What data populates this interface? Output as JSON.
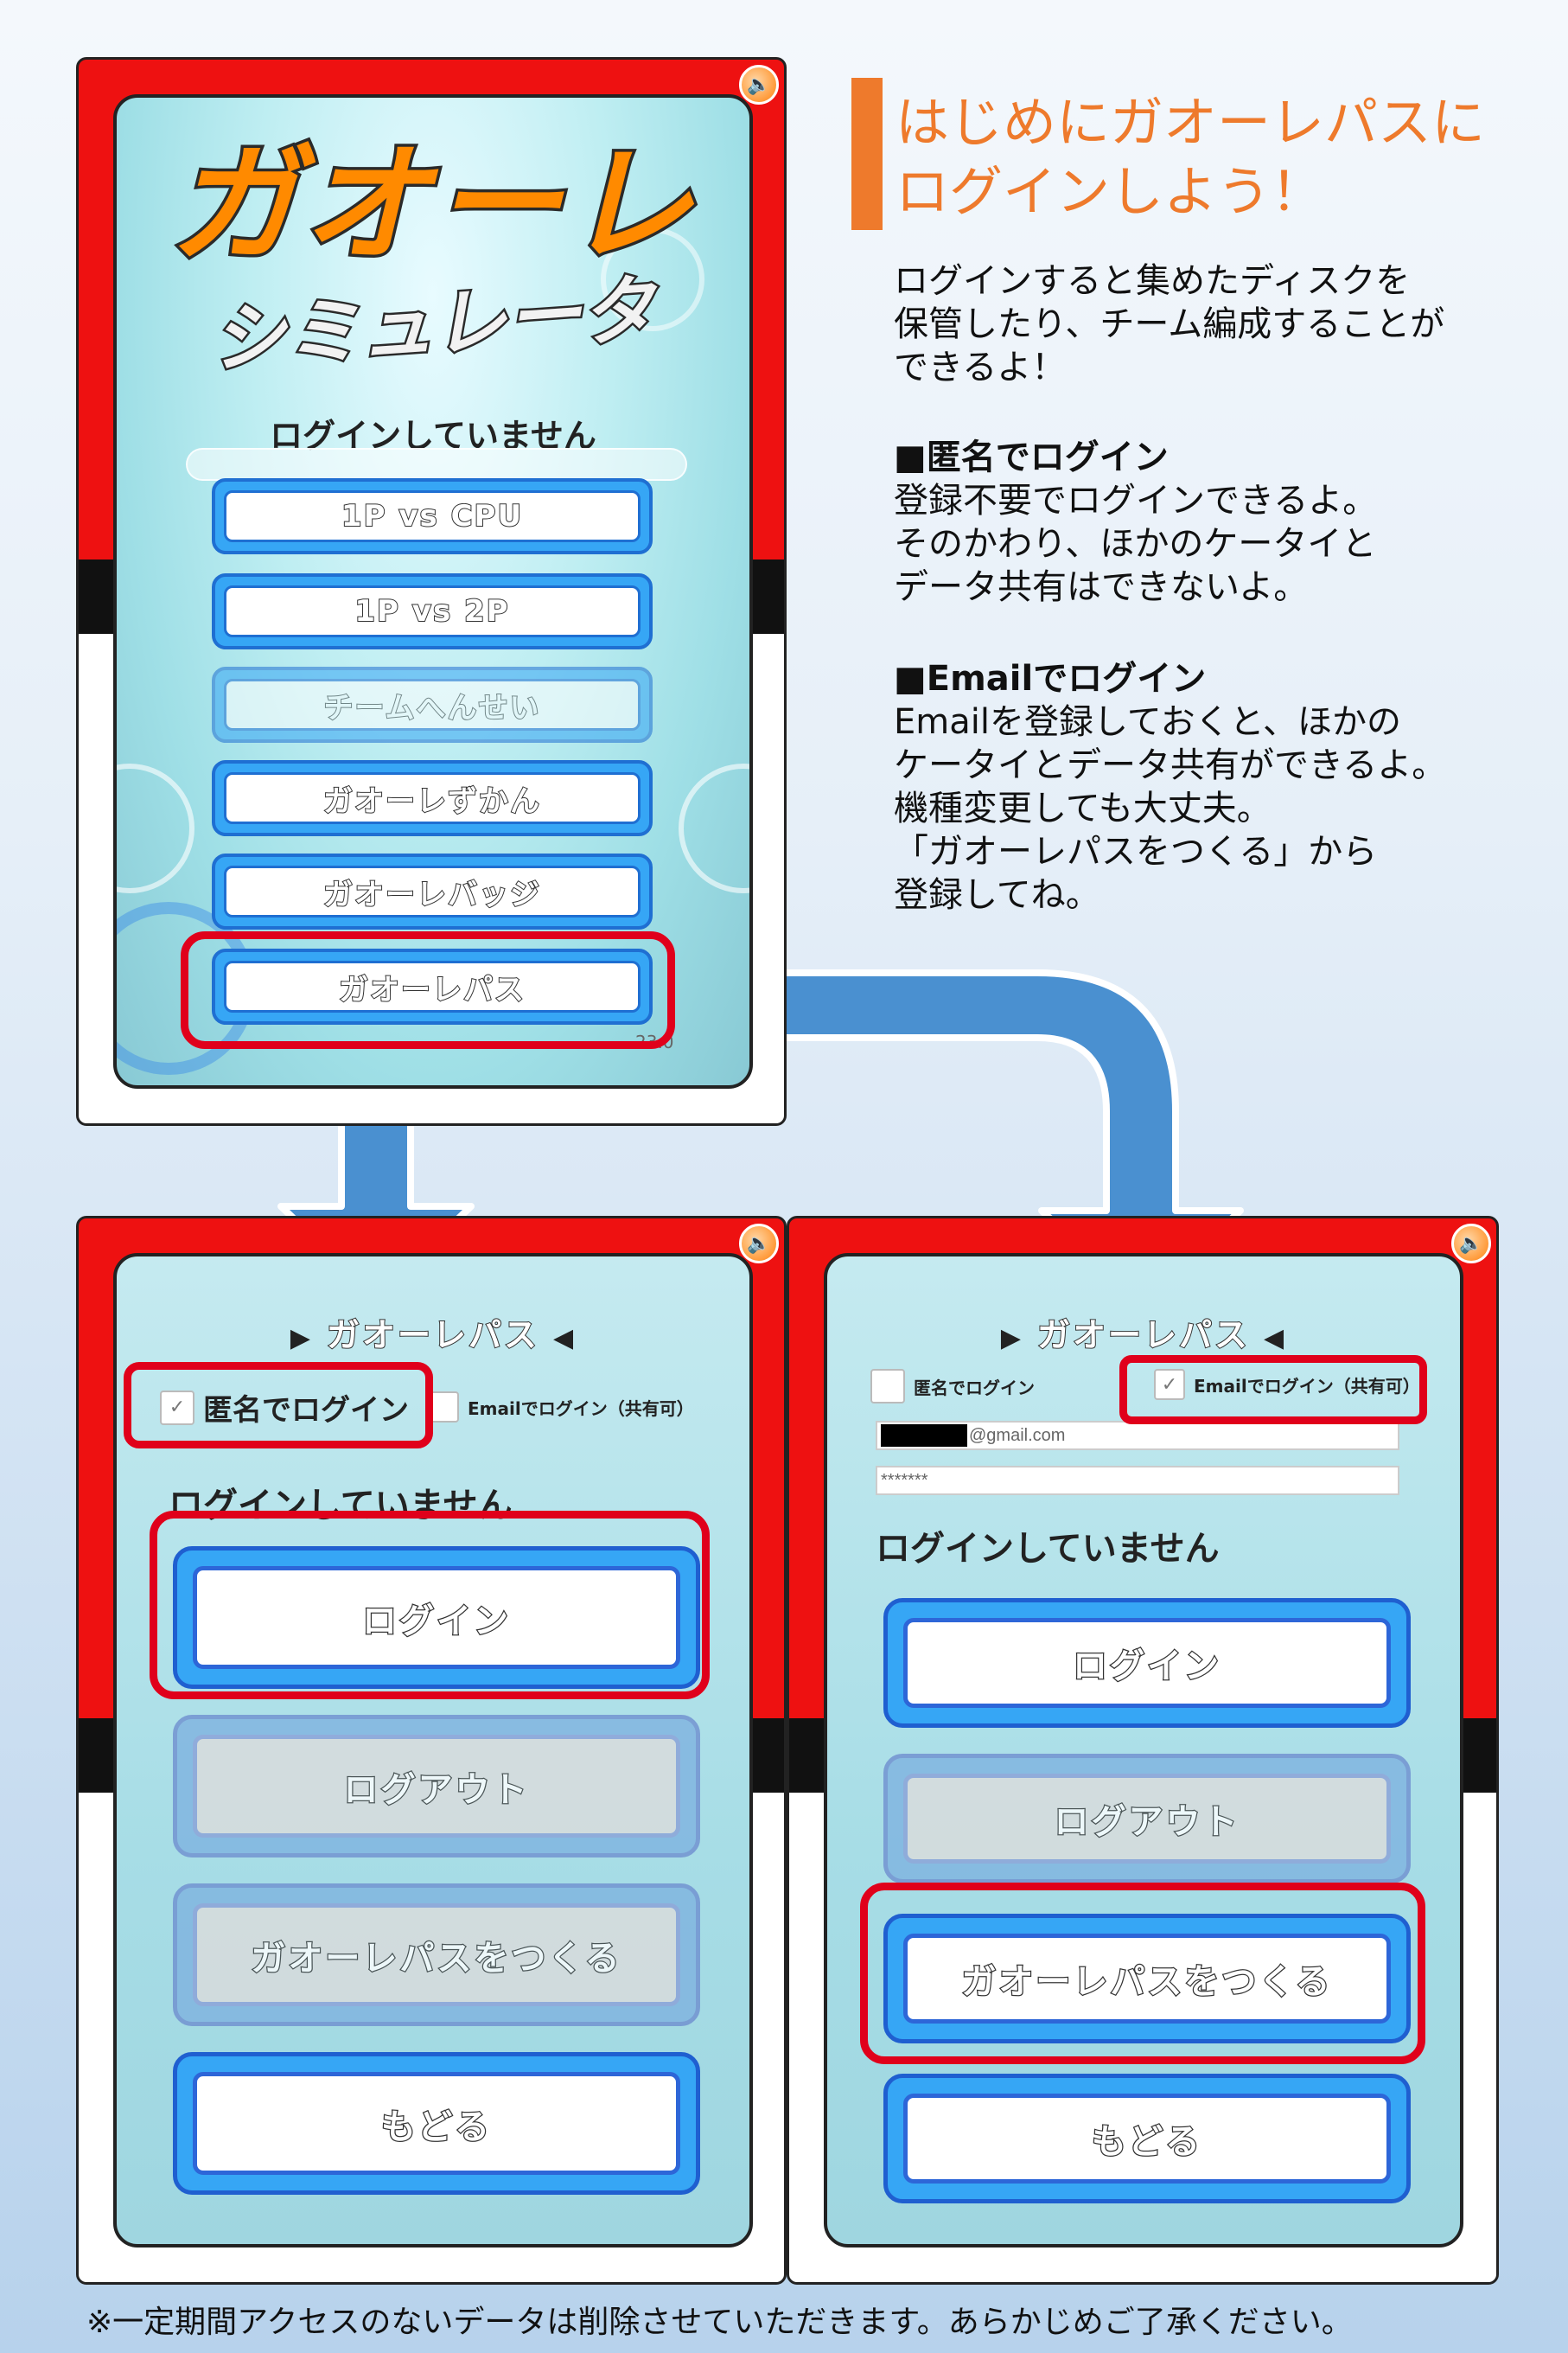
{
  "heading": {
    "line1": "はじめにガオーレパスに",
    "line2": "ログインしよう！"
  },
  "intro": {
    "line1": "ログインすると集めたディスクを",
    "line2": "保管したり、チーム編成することが",
    "line3": "できるよ！"
  },
  "anonymous_section": {
    "title": "■匿名でログイン",
    "line1": "登録不要でログインできるよ。",
    "line2": "そのかわり、ほかのケータイと",
    "line3": "データ共有はできないよ。"
  },
  "email_section": {
    "title": "■Emailでログイン",
    "line1": "Emailを登録しておくと、ほかの",
    "line2": "ケータイとデータ共有ができるよ。",
    "line3": "機種変更しても大丈夫。",
    "line4": "「ガオーレパスをつくる」から",
    "line5": "登録してね。"
  },
  "footnote": "※一定期間アクセスのないデータは削除させていただきます。あらかじめご了承ください。",
  "menu_screen": {
    "logo_title": "ガオーレ",
    "logo_subtitle": "シミュレータ",
    "status": "ログインしていません",
    "buttons": [
      "1P vs CPU",
      "1P vs 2P",
      "チームへんせい",
      "ガオーレずかん",
      "ガオーレバッジ",
      "ガオーレパス"
    ],
    "version": "23.0"
  },
  "login_screen_anonymous": {
    "title": "ガオーレパス",
    "anon_checkbox_label": "匿名でログイン",
    "email_checkbox_label": "Emailでログイン（共有可）",
    "status": "ログインしていません",
    "buttons": [
      "ログイン",
      "ログアウト",
      "ガオーレパスをつくる",
      "もどる"
    ]
  },
  "login_screen_email": {
    "title": "ガオーレパス",
    "anon_checkbox_label": "匿名でログイン",
    "email_checkbox_label": "Emailでログイン（共有可）",
    "email_value_suffix": "@gmail.com",
    "password_value": "*******",
    "status": "ログインしていません",
    "buttons": [
      "ログイン",
      "ログアウト",
      "ガオーレパスをつくる",
      "もどる"
    ]
  },
  "colors": {
    "accent_orange": "#ee7a2c",
    "highlight_red": "#e0001b",
    "arrow_blue": "#4a90d0"
  },
  "icons": {
    "sound": "speaker-icon",
    "check": "checkmark-icon",
    "arrow": "right-triangle-icon"
  }
}
